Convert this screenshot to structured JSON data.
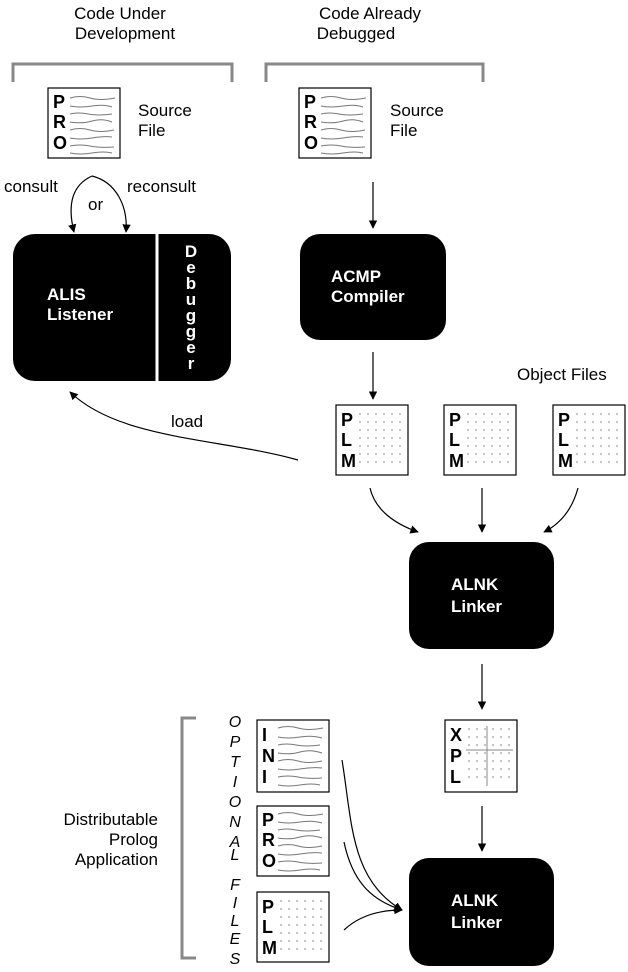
{
  "headers": {
    "under_development": [
      "Code Under",
      "Development"
    ],
    "already_debugged": [
      "Code Already",
      "Debugged"
    ]
  },
  "source_file_label": [
    "Source",
    "File"
  ],
  "source_doc_letters": [
    "P",
    "R",
    "O"
  ],
  "object_doc_letters": [
    "P",
    "L",
    "M"
  ],
  "xpl_doc_letters": [
    "X",
    "P",
    "L"
  ],
  "ini_doc_letters": [
    "I",
    "N",
    "I"
  ],
  "edges": {
    "consult": "consult",
    "or": "or",
    "reconsult": "reconsult",
    "load": "load"
  },
  "listener": [
    "ALIS",
    "Listener"
  ],
  "debugger": [
    "D",
    "e",
    "b",
    "u",
    "g",
    "g",
    "e",
    "r"
  ],
  "compiler": [
    "ACMP",
    "Compiler"
  ],
  "object_files_label": "Object Files",
  "linker_1": [
    "ALNK",
    "Linker"
  ],
  "linker_2": [
    "ALNK",
    "Linker"
  ],
  "distributable_label": [
    "Distributable",
    "Prolog",
    "Application"
  ],
  "optional": [
    "O",
    "P",
    "T",
    "I",
    "O",
    "N",
    "A",
    "L"
  ],
  "files": [
    "F",
    "I",
    "L",
    "E",
    "S"
  ]
}
